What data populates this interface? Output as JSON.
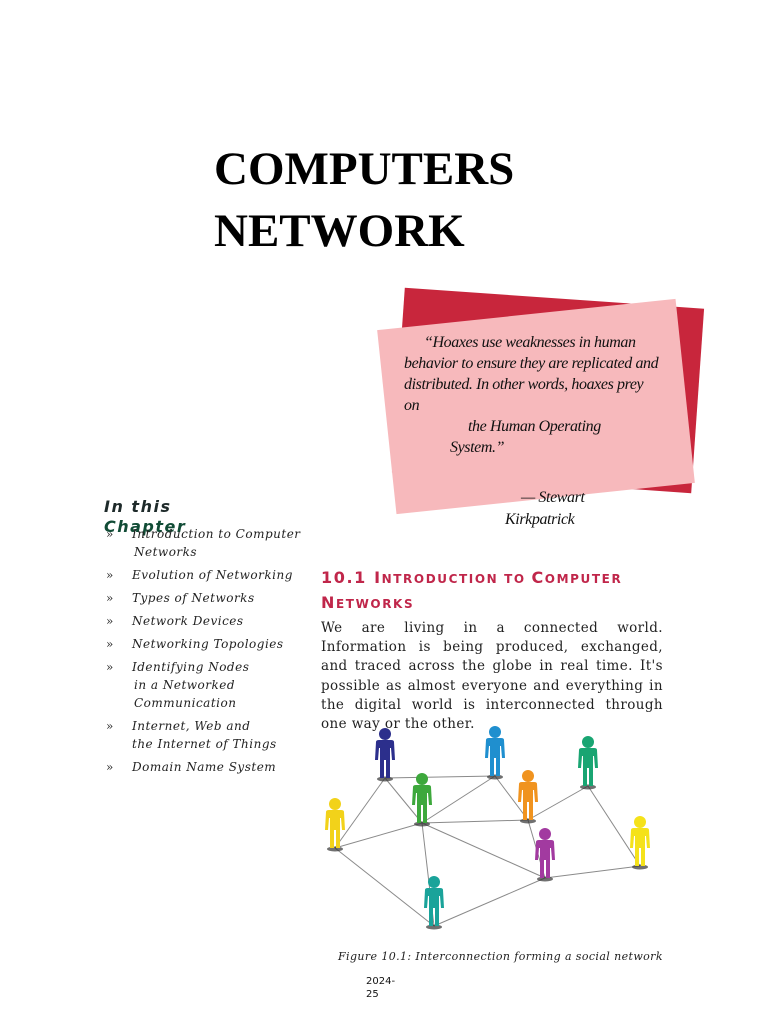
{
  "chapter_title": {
    "line1": "COMPUTERS",
    "line2": "NETWORK"
  },
  "quote": {
    "lines": [
      "“Hoaxes use weaknesses in human",
      "behavior to ensure they are replicated and",
      "distributed. In other words, hoaxes prey",
      "on",
      "the Human Operating",
      "System.”"
    ],
    "author_line1": "— Stewart",
    "author_line2": "Kirkpatrick",
    "card_colors": {
      "back": "#c8263c",
      "front": "#f7b9bc"
    }
  },
  "sidebar": {
    "heading_line1": "In this",
    "heading_line2": "Chapter",
    "bullet": "»",
    "items": [
      {
        "lines": [
          "Introduction to Computer",
          "Networks"
        ]
      },
      {
        "lines": [
          "Evolution of Networking"
        ]
      },
      {
        "lines": [
          "Types of Networks"
        ]
      },
      {
        "lines": [
          "Network Devices"
        ]
      },
      {
        "lines": [
          "Networking Topologies"
        ]
      },
      {
        "lines": [
          "Identifying Nodes",
          "in a Networked",
          "Communication"
        ]
      },
      {
        "lines": [
          "Internet, Web and",
          "the Internet of Things"
        ]
      },
      {
        "lines": [
          "Domain Name System"
        ]
      }
    ]
  },
  "section": {
    "number": "10.1",
    "title_parts": [
      {
        "cap": "I",
        "rest": "NTRODUCTION TO "
      },
      {
        "cap": "C",
        "rest": "OMPUTER "
      },
      {
        "cap": "N",
        "rest": "ETWORKS"
      }
    ],
    "accent_color": "#c0264a",
    "body": "We are living in a connected world. Information is being produced, exchanged, and traced across the globe in real time. It's possible as almost everyone and everything in the digital world is interconnected through one way or the other."
  },
  "figure": {
    "caption": "Figure 10.1:   Interconnection forming a social network",
    "people_colors": [
      "#f2d21a",
      "#2c2f8c",
      "#3da83c",
      "#1f8fcf",
      "#f0931f",
      "#19a572",
      "#a23aa0",
      "#f5e21a",
      "#1aa39a"
    ]
  },
  "page_footer": "2024-25"
}
